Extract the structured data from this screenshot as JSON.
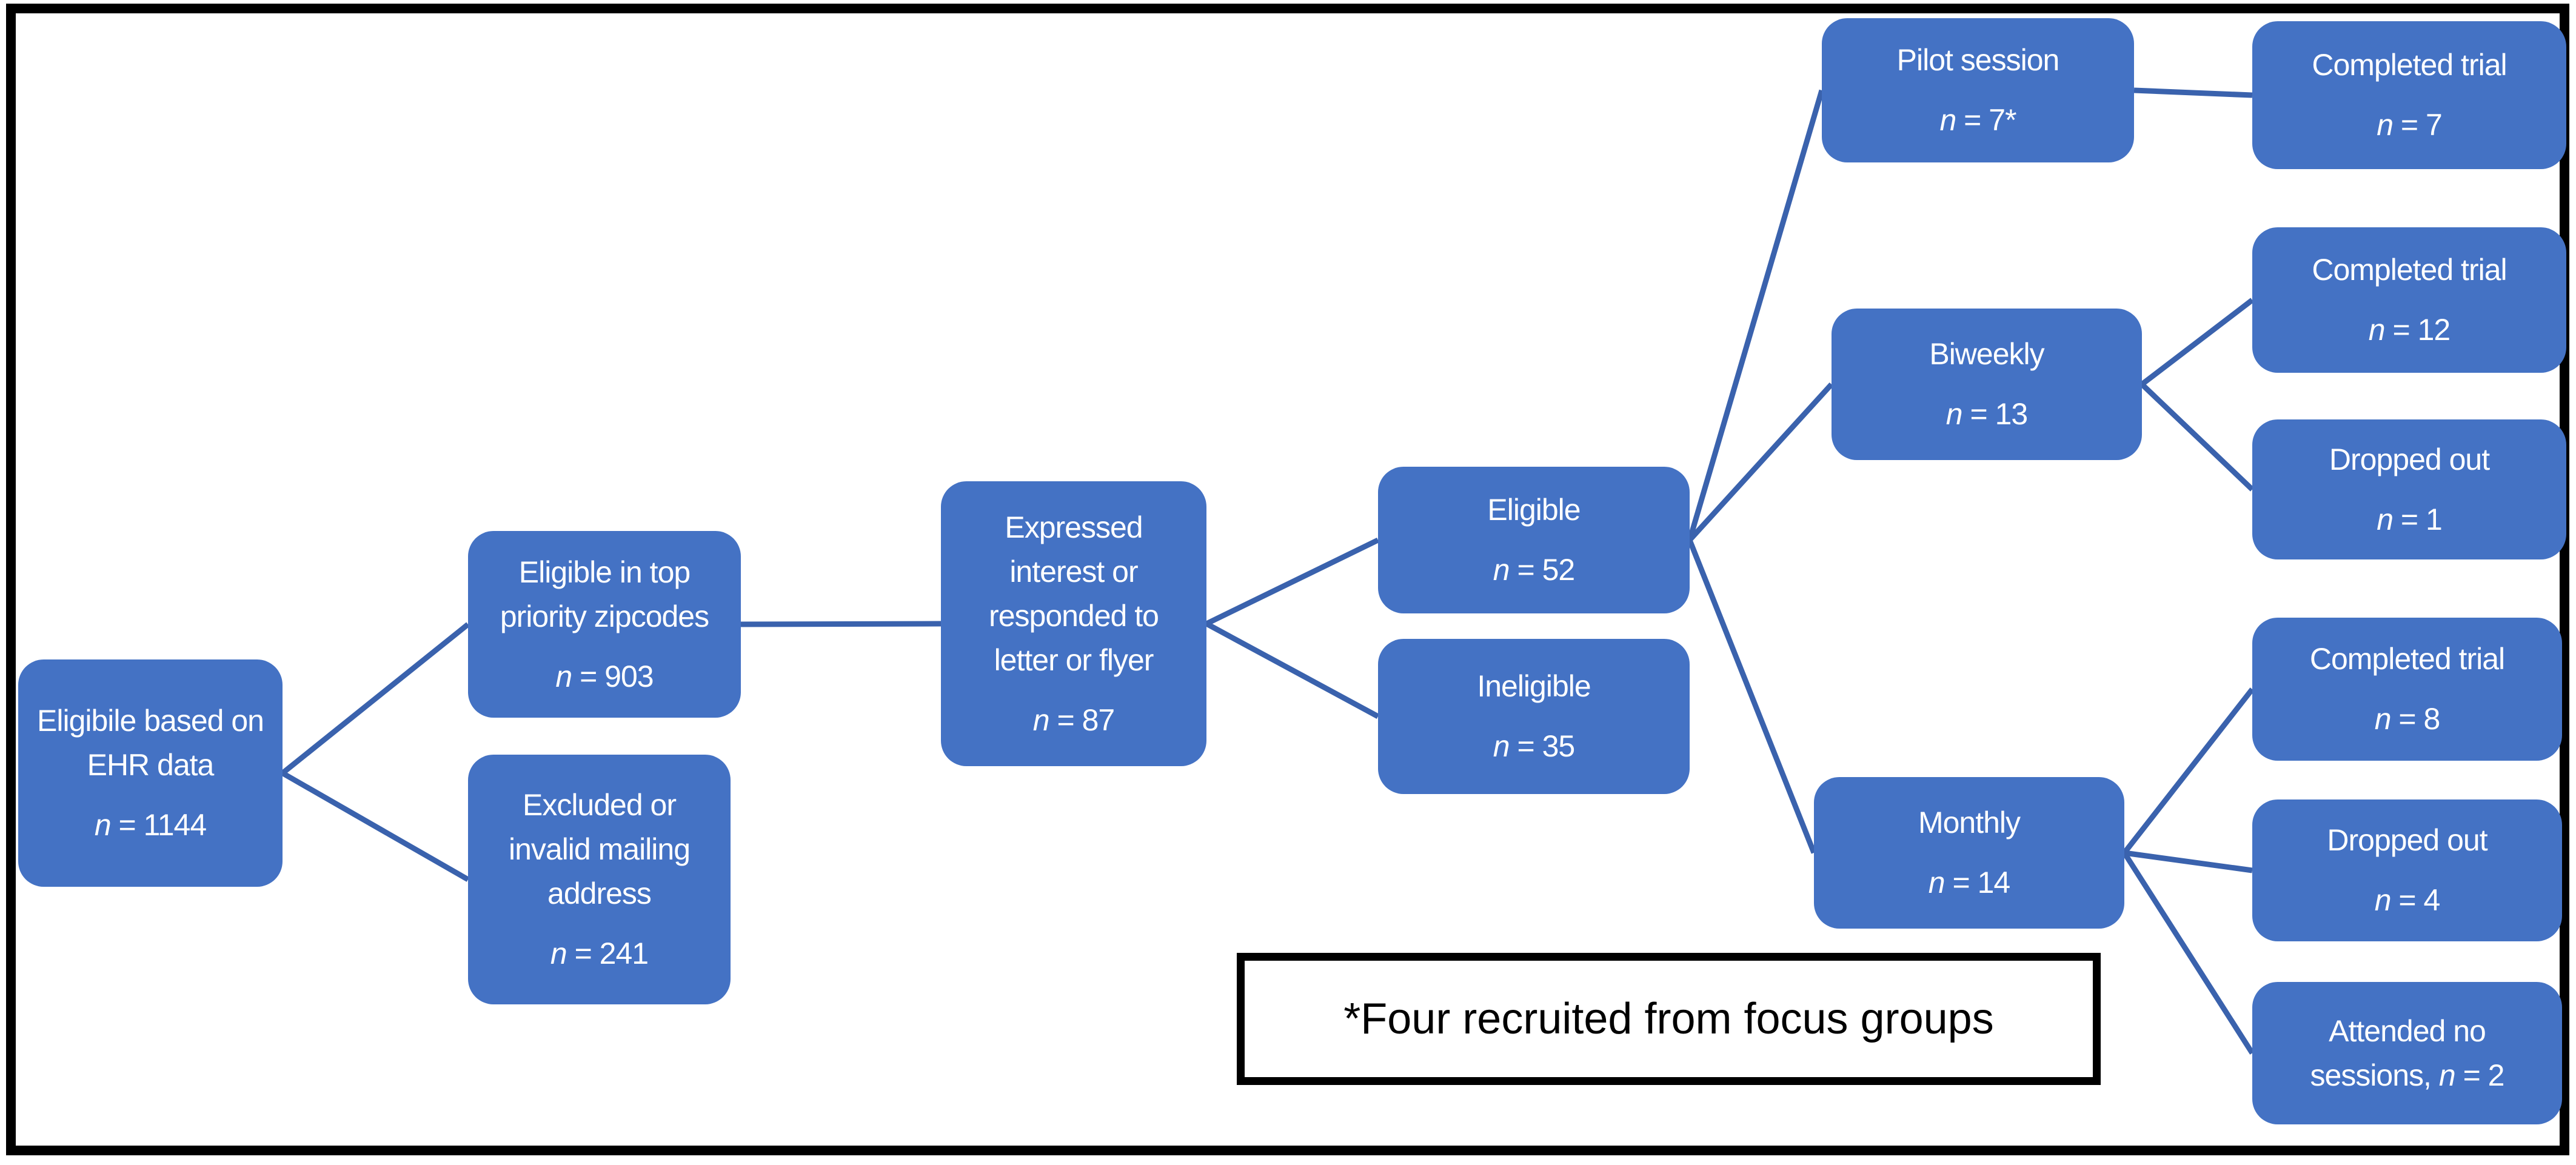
{
  "figure": {
    "type": "recruitment-flow-diagram",
    "n_symbol": "n",
    "footnote": "*Four recruited from focus groups"
  },
  "colors": {
    "node_fill": "#4472c4",
    "node_text": "#ffffff",
    "connector": "#3a62ad",
    "frame_border": "#000000",
    "background": "#ffffff"
  },
  "nodes": {
    "ehr": {
      "label": "Eligibile based on\nEHR data",
      "n_eq": "= 1144"
    },
    "zipcodes": {
      "label": "Eligible in top\npriority zipcodes",
      "n_eq": "= 903"
    },
    "excluded": {
      "label": "Excluded or\ninvalid mailing\naddress",
      "n_eq": "= 241"
    },
    "expressed": {
      "label": "Expressed\ninterest or\nresponded to\nletter or flyer",
      "n_eq": "= 87"
    },
    "eligible": {
      "label": "Eligible",
      "n_eq": "= 52"
    },
    "ineligible": {
      "label": "Ineligible",
      "n_eq": "= 35"
    },
    "pilot": {
      "label": "Pilot session",
      "n_eq": "= 7*"
    },
    "biweekly": {
      "label": "Biweekly",
      "n_eq": "= 13"
    },
    "monthly": {
      "label": "Monthly",
      "n_eq": "= 14"
    },
    "ct7": {
      "label": "Completed trial",
      "n_eq": "= 7"
    },
    "ct12": {
      "label": "Completed trial",
      "n_eq": "= 12"
    },
    "do1": {
      "label": "Dropped out",
      "n_eq": "= 1"
    },
    "ct8": {
      "label": "Completed trial",
      "n_eq": "= 8"
    },
    "do4": {
      "label": "Dropped out",
      "n_eq": "= 4"
    },
    "attended": {
      "label": "Attended no\nsessions,",
      "n_eq": "= 2"
    }
  },
  "edges": [
    {
      "from": "ehr",
      "to": "zipcodes"
    },
    {
      "from": "ehr",
      "to": "excluded"
    },
    {
      "from": "zipcodes",
      "to": "expressed"
    },
    {
      "from": "expressed",
      "to": "eligible"
    },
    {
      "from": "expressed",
      "to": "ineligible"
    },
    {
      "from": "eligible",
      "to": "pilot"
    },
    {
      "from": "eligible",
      "to": "biweekly"
    },
    {
      "from": "eligible",
      "to": "monthly"
    },
    {
      "from": "pilot",
      "to": "ct7"
    },
    {
      "from": "biweekly",
      "to": "ct12"
    },
    {
      "from": "biweekly",
      "to": "do1"
    },
    {
      "from": "monthly",
      "to": "ct8"
    },
    {
      "from": "monthly",
      "to": "do4"
    },
    {
      "from": "monthly",
      "to": "attended"
    }
  ]
}
